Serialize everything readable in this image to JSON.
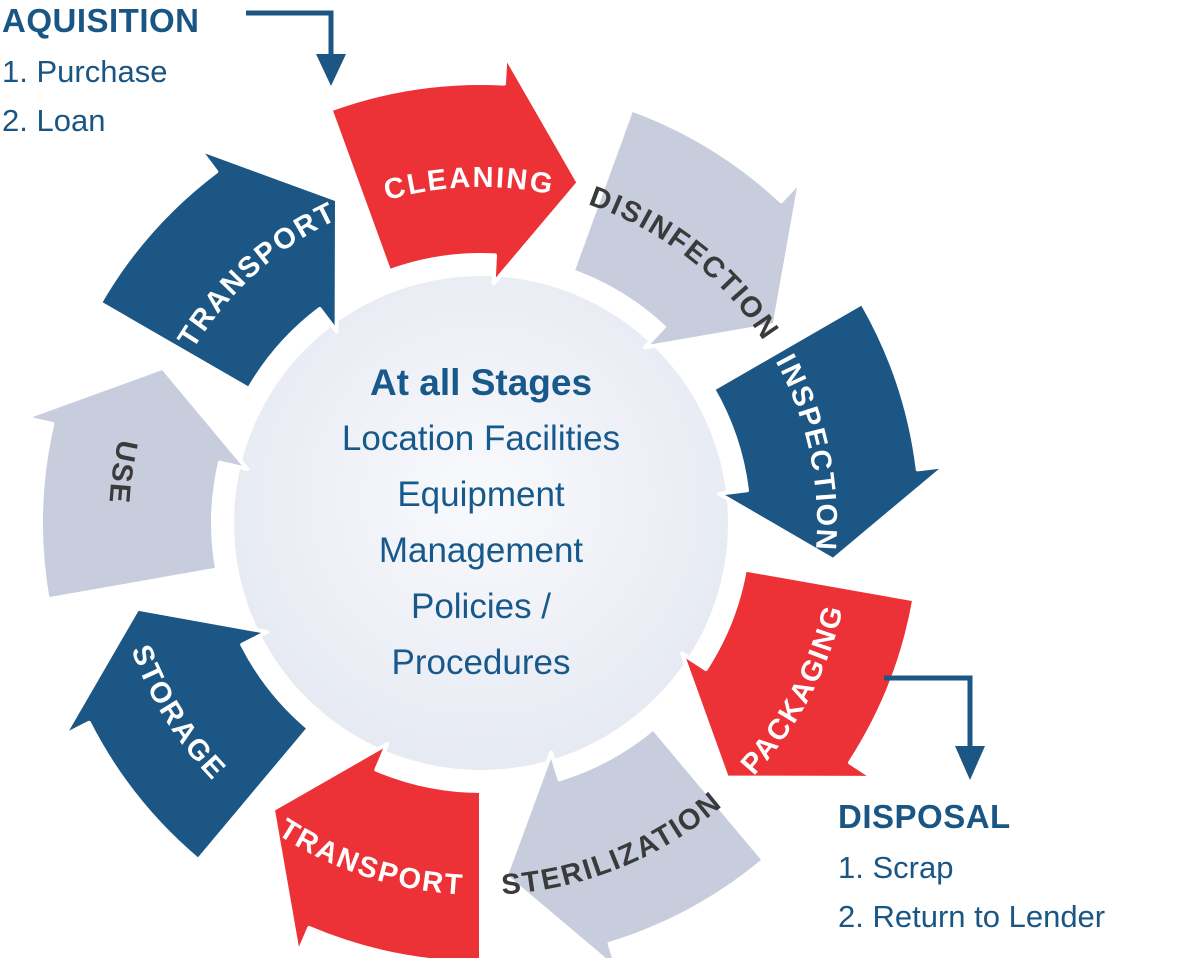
{
  "palette": {
    "red": "#EC3237",
    "blue": "#1B5684",
    "gray": "#C7CDDD",
    "dark_label": "#3A3A3A",
    "white": "#FFFFFF",
    "heading_blue": "#1A5684",
    "circle_inner": "#F9FAFD",
    "circle_outer": "#E4E8F1"
  },
  "acquisition": {
    "title": "AQUISITION",
    "items": [
      "1. Purchase",
      "2. Loan"
    ]
  },
  "disposal": {
    "title": "DISPOSAL",
    "items": [
      "1. Scrap",
      "2. Return to Lender"
    ]
  },
  "center": {
    "title": "At all Stages",
    "lines": [
      "Location Facilities",
      "Equipment",
      "Management",
      "Policies /",
      "Procedures"
    ]
  },
  "stages": [
    {
      "id": "cleaning",
      "label": "CLEANING",
      "color": "#EC3237",
      "text_color": "#FFFFFF"
    },
    {
      "id": "disinfection",
      "label": "DISINFECTION",
      "color": "#C7CDDD",
      "text_color": "#3A3A3A"
    },
    {
      "id": "inspection",
      "label": "INSPECTION",
      "color": "#1B5684",
      "text_color": "#FFFFFF"
    },
    {
      "id": "packaging",
      "label": "PACKAGING",
      "color": "#EC3237",
      "text_color": "#FFFFFF"
    },
    {
      "id": "sterilization",
      "label": "STERILIZATION",
      "color": "#C7CDDD",
      "text_color": "#3A3A3A"
    },
    {
      "id": "transport-to-storage",
      "label": "TRANSPORT",
      "color": "#EC3237",
      "text_color": "#FFFFFF"
    },
    {
      "id": "storage",
      "label": "STORAGE",
      "color": "#1B5684",
      "text_color": "#FFFFFF"
    },
    {
      "id": "use",
      "label": "USE",
      "color": "#C7CDDD",
      "text_color": "#3A3A3A"
    },
    {
      "id": "transport-to-cleaning",
      "label": "TRANSPORT",
      "color": "#1B5684",
      "text_color": "#FFFFFF"
    }
  ]
}
